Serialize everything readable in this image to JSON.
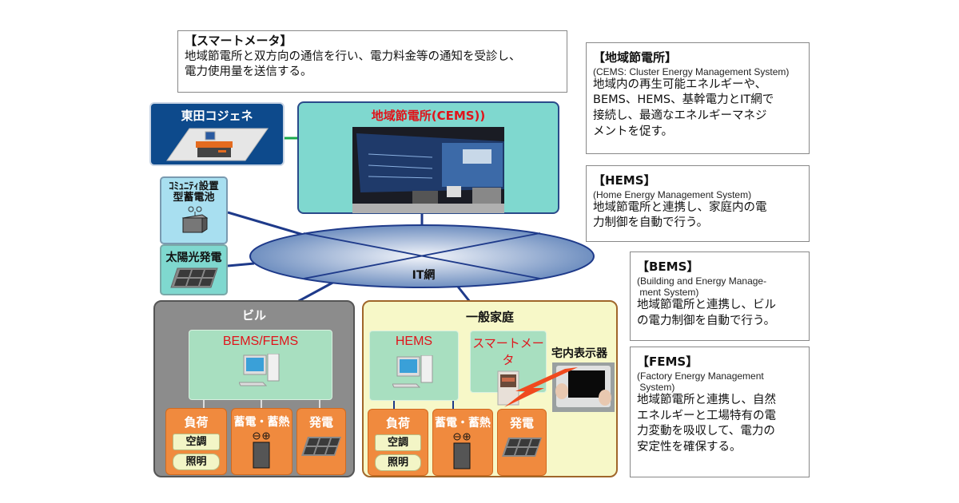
{
  "notes": {
    "smart_meter": {
      "title": "【スマートメータ】",
      "desc_line1": "地域節電所と双方向の通信を行い、電力料金等の通知を受診し、",
      "desc_line2": "電力使用量を送信する。"
    },
    "cems": {
      "title": "【地域節電所】",
      "en": "(CEMS: Cluster Energy Management System)",
      "desc": [
        "地域内の再生可能エネルギーや、",
        "BEMS、HEMS、基幹電力とIT網で",
        "接続し、最適なエネルギーマネジ",
        "メントを促す。"
      ]
    },
    "hems": {
      "title": "【HEMS】",
      "en": "(Home Energy Management System)",
      "desc": [
        "地域節電所と連携し、家庭内の電",
        "力制御を自動で行う。"
      ]
    },
    "bems": {
      "title": "【BEMS】",
      "en": [
        "(Building and Energy Manage-",
        " ment System)"
      ],
      "desc": [
        "地域節電所と連携し、ビル",
        "の電力制御を自動で行う。"
      ]
    },
    "fems": {
      "title": "【FEMS】",
      "en": [
        "(Factory Energy Management",
        " System)"
      ],
      "desc": [
        "地域節電所と連携し、自然",
        "エネルギーと工場特有の電",
        "力変動を吸収して、電力の",
        "安定性を確保する。"
      ]
    }
  },
  "nodes": {
    "cogen": "東田コジェネ",
    "cems_center": "地域節電所(CEMS))",
    "battery_line1": "ｺﾐｭﾆﾃｨ設置",
    "battery_line2": "型蓄電池",
    "solar": "太陽光発電",
    "network": "IT網"
  },
  "building": {
    "title": "ビル",
    "system": "BEMS/FEMS",
    "load": "負荷",
    "ac": "空調",
    "lighting": "照明",
    "storage": "蓄電・蓄熱",
    "generation": "発電"
  },
  "home": {
    "title": "一般家庭",
    "system": "HEMS",
    "meter": "スマートメータ",
    "display": "宅内表示器",
    "load": "負荷",
    "ac": "空調",
    "lighting": "照明",
    "storage": "蓄電・蓄熱",
    "generation": "発電"
  },
  "colors": {
    "navy": "#0d4a8c",
    "teal": "#7fd8cf",
    "orange": "#f08a3e",
    "gray_box": "#8c8c8c",
    "home_bg": "#f7f8c8",
    "red_label": "#e0141b"
  }
}
